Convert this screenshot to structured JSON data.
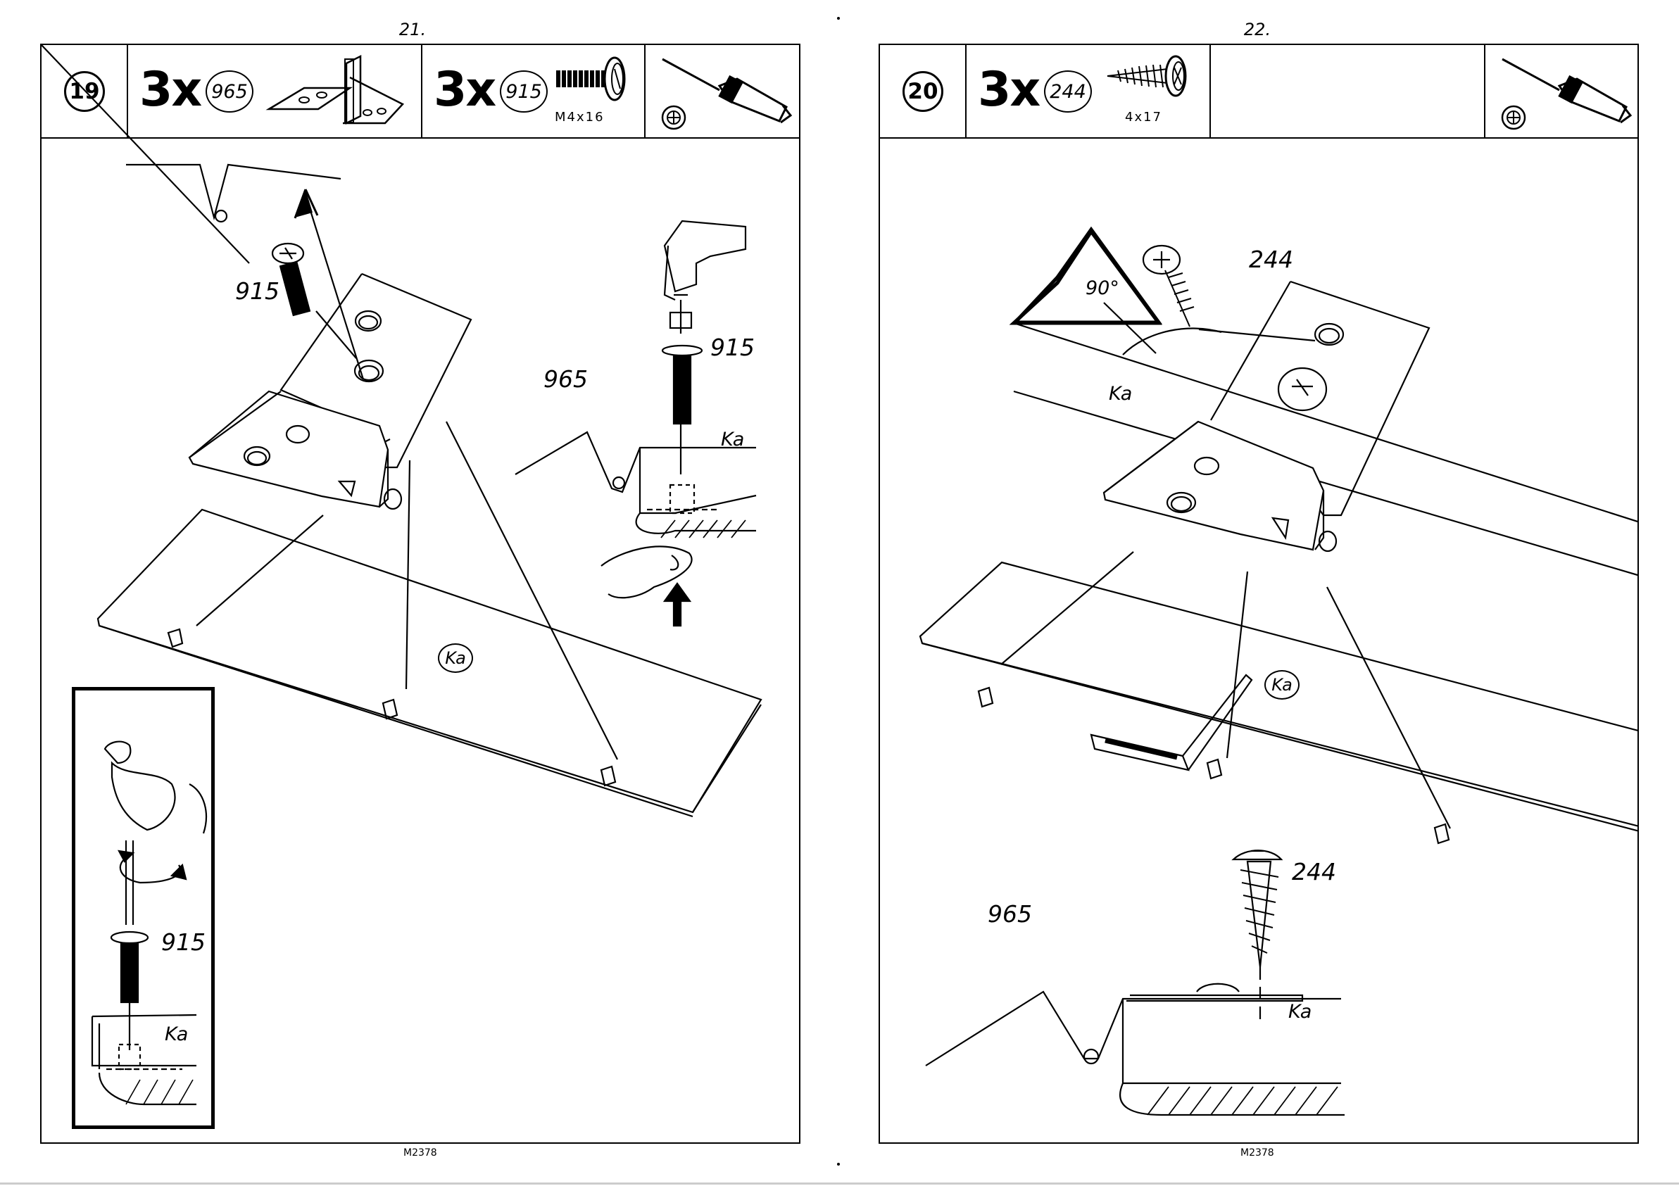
{
  "pages": [
    {
      "page_number": "21.",
      "step": "19",
      "parts": [
        {
          "qty": "3x",
          "id": "965"
        },
        {
          "qty": "3x",
          "id": "915",
          "size": "M4x16"
        }
      ],
      "labels": {
        "screw": "915",
        "hinge": "965",
        "screw_detail": "915",
        "panel_detail": "Ka",
        "panel": "Ka",
        "inset_screw": "915",
        "inset_panel": "Ka"
      },
      "footer": "M2378",
      "tool": "screwdriver-icon"
    },
    {
      "page_number": "22.",
      "step": "20",
      "parts": [
        {
          "qty": "3x",
          "id": "244",
          "size": "4x17"
        }
      ],
      "labels": {
        "screw_top": "244",
        "angle": "90°",
        "panel_top": "Ka",
        "panel": "Ka",
        "screw_detail": "244",
        "hinge_detail": "965",
        "panel_detail": "Ka"
      },
      "footer": "M2378",
      "tool": "screwdriver-icon"
    }
  ]
}
